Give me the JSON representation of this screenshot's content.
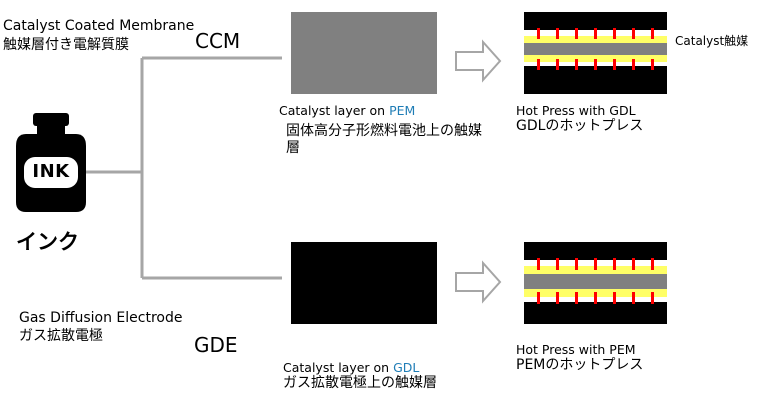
{
  "colors": {
    "pem_gray": "#808080",
    "gdl_black": "#000000",
    "catalyst_yellow": "#ffff66",
    "catalyst_red": "#ff0000",
    "connector_gray": "#a6a6a6",
    "accent_blue": "#1f7db6"
  },
  "ink": {
    "bottle_label": "INK",
    "caption": "インク",
    "icon": "ink-bottle-icon"
  },
  "ccm": {
    "desc_en": "Catalyst Coated Membrane",
    "desc_jp": "触媒層付き電解質膜",
    "abbr": "CCM",
    "step1": {
      "prefix": "Catalyst layer on ",
      "highlight": "PEM",
      "desc_jp_line1": "固体高分子形燃料電池上の触媒",
      "desc_jp_line2": "層"
    },
    "step2": {
      "title": "Hot Press with GDL",
      "desc_jp": "GDLのホットプレス"
    },
    "layer_label": "Catalyst触媒"
  },
  "gde": {
    "desc_en": "Gas Diffusion Electrode",
    "desc_jp": "ガス拡散電極",
    "abbr": "GDE",
    "step1": {
      "prefix": "Catalyst layer on ",
      "highlight": "GDL",
      "desc_jp": "ガス拡散電極上の触媒層"
    },
    "step2": {
      "title": "Hot Press with PEM",
      "desc_jp": "PEMのホットプレス"
    }
  }
}
